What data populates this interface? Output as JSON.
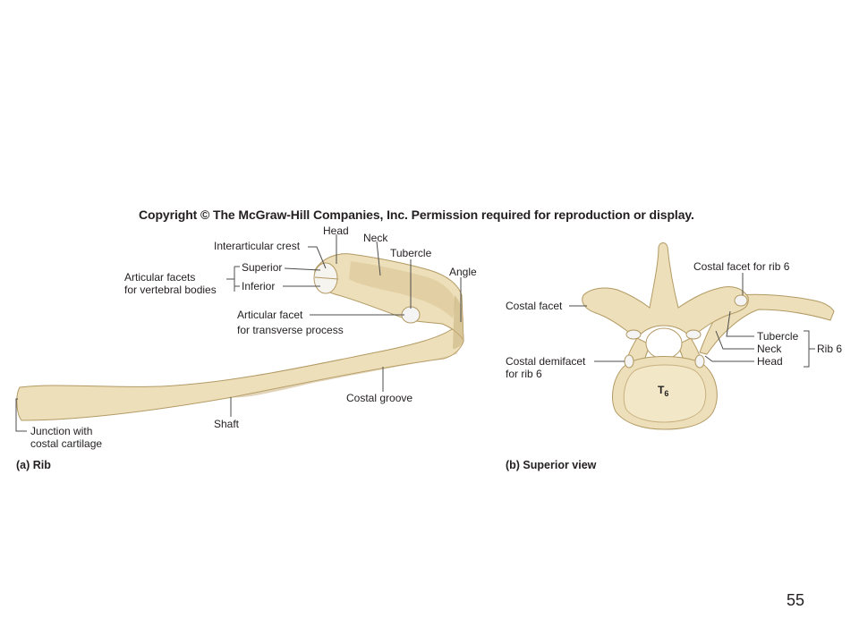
{
  "copyright": "Copyright © The McGraw-Hill Companies, Inc. Permission required for reproduction or display.",
  "page_number": "55",
  "panel_a": {
    "caption": "(a) Rib",
    "labels": {
      "head": "Head",
      "neck": "Neck",
      "tubercle": "Tubercle",
      "angle": "Angle",
      "interarticular_crest": "Interarticular crest",
      "articular_facets_line1": "Articular facets",
      "articular_facets_line2": "for vertebral bodies",
      "superior": "Superior",
      "inferior": "Inferior",
      "articular_facet_line1": "Articular facet",
      "articular_facet_line2": "for transverse process",
      "costal_groove": "Costal groove",
      "shaft": "Shaft",
      "junction_line1": "Junction with",
      "junction_line2": "costal cartilage"
    }
  },
  "panel_b": {
    "caption": "(b) Superior view",
    "labels": {
      "costal_facet_rib6": "Costal facet for rib 6",
      "costal_facet": "Costal facet",
      "tubercle": "Tubercle",
      "neck": "Neck",
      "head": "Head",
      "rib6": "Rib 6",
      "demifacet_line1": "Costal demifacet",
      "demifacet_line2": "for rib 6",
      "vertebra": "T",
      "vertebra_sub": "6"
    }
  },
  "colors": {
    "bone": "#ecdfb9",
    "bone_outline": "#b39a64",
    "facet": "#f4f4f4"
  }
}
